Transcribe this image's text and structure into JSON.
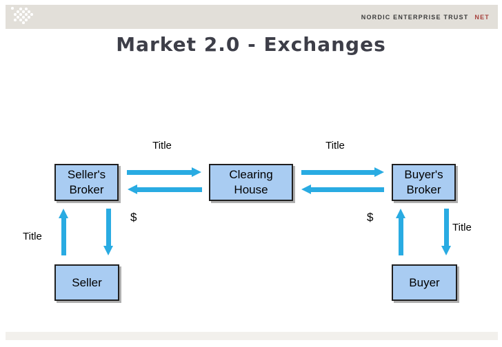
{
  "header": {
    "brand_name": "NORDIC ENTERPRISE TRUST",
    "brand_abbr": "NET"
  },
  "title": "Market 2.0 - Exchanges",
  "colors": {
    "accent_arrow": "#29abe2",
    "box_fill": "#a9ccf2",
    "box_border": "#1f1f1f",
    "header_bar": "#e2dfd9",
    "footer_bar": "#f2f0ec",
    "title_text": "#3d3e48",
    "brand_text": "#3b3b3b",
    "brand_abbr_color": "#a6403c"
  },
  "diagram": {
    "nodes": {
      "sellers_broker": {
        "line1": "Seller's",
        "line2": "Broker"
      },
      "clearing_house": {
        "line1": "Clearing",
        "line2": "House"
      },
      "buyers_broker": {
        "line1": "Buyer's",
        "line2": "Broker"
      },
      "seller": {
        "line1": "Seller"
      },
      "buyer": {
        "line1": "Buyer"
      }
    },
    "labels": {
      "top_left_arrow": "Title",
      "top_right_arrow": "Title",
      "dollar_left": "$",
      "dollar_right": "$",
      "side_left": "Title",
      "side_right": "Title"
    }
  }
}
